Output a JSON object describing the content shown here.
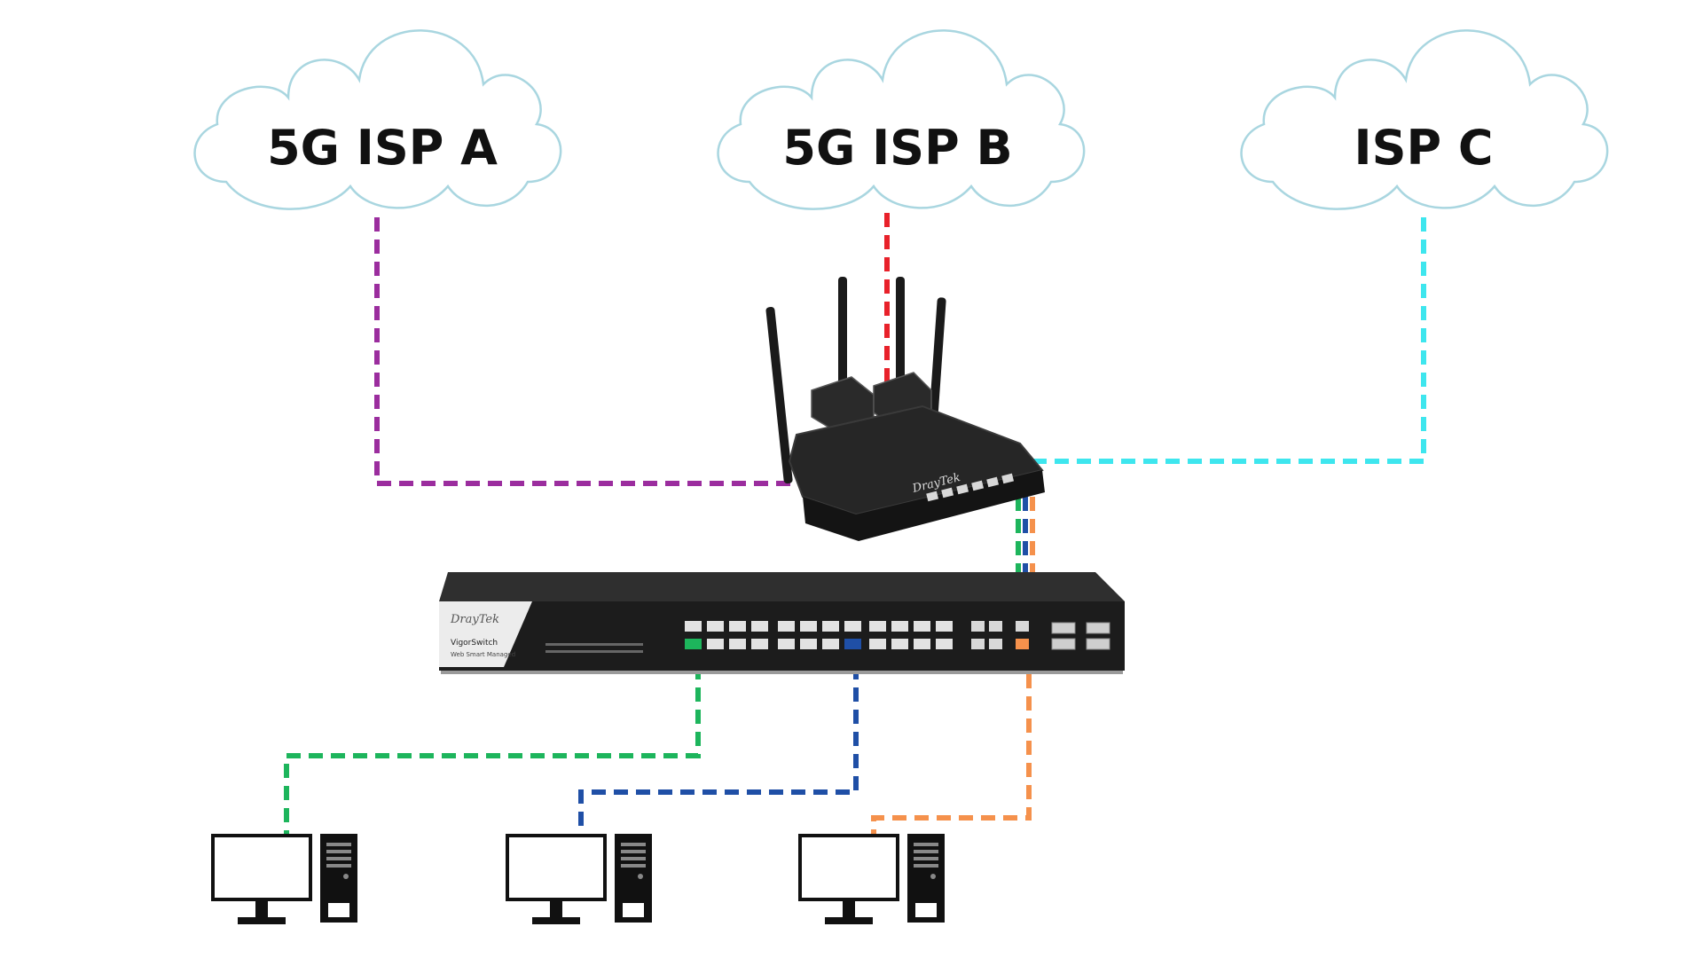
{
  "clouds": [
    {
      "id": "cloud-5g-isp-a",
      "label": "5G ISP A"
    },
    {
      "id": "cloud-5g-isp-b",
      "label": "5G ISP B"
    },
    {
      "id": "cloud-isp-c",
      "label": "ISP C"
    }
  ],
  "router": {
    "brand": "DrayTek"
  },
  "switch": {
    "brand": "DrayTek",
    "model": "VigorSwitch",
    "subtitle": "Web Smart Managed"
  },
  "links": [
    {
      "id": "link-isp-a-router",
      "color": "#9b2d9e"
    },
    {
      "id": "link-isp-b-router",
      "color": "#e8212a"
    },
    {
      "id": "link-isp-c-router",
      "color": "#3ee6ee"
    },
    {
      "id": "link-router-switch-green",
      "color": "#1db55c"
    },
    {
      "id": "link-router-switch-blue",
      "color": "#1f4fa6"
    },
    {
      "id": "link-router-switch-orange",
      "color": "#f5914c"
    },
    {
      "id": "link-switch-pc1",
      "color": "#1db55c"
    },
    {
      "id": "link-switch-pc2",
      "color": "#1f4fa6"
    },
    {
      "id": "link-switch-pc3",
      "color": "#f5914c"
    }
  ],
  "colors": {
    "cloud_stroke": "#a9d6e0",
    "device_body": "#1c1c1c",
    "port_highlight_green": "#1db55c",
    "port_highlight_blue": "#1f4fa6",
    "port_highlight_orange": "#f5914c"
  }
}
